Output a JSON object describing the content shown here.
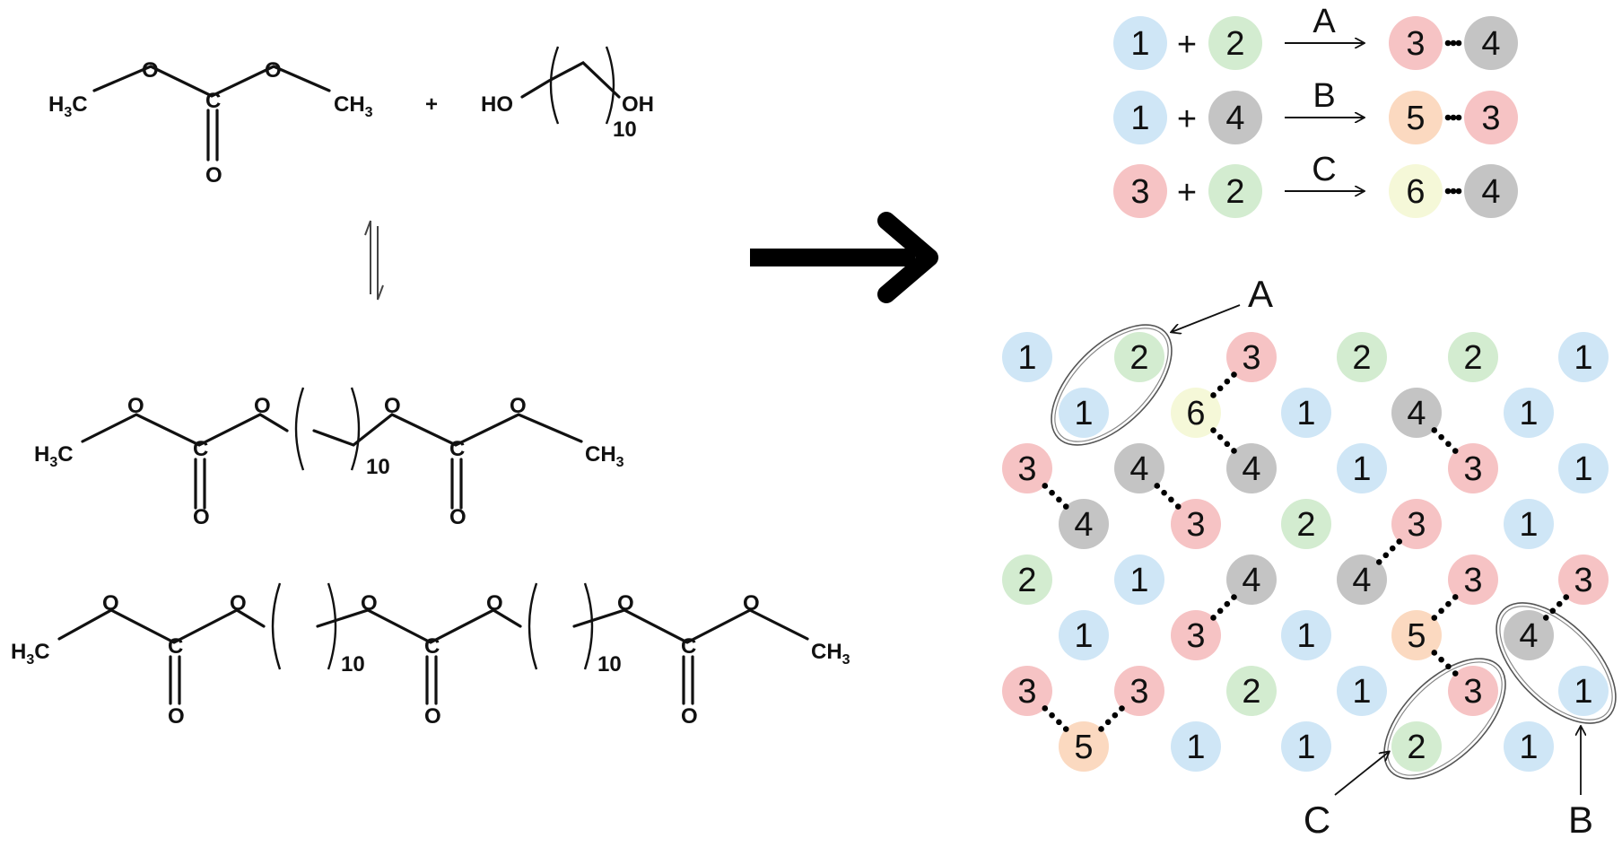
{
  "colors": {
    "1": "#cfe6f6",
    "2": "#d3ecd0",
    "3": "#f6c3c4",
    "4": "#c4c4c4",
    "5": "#fbd9c0",
    "6": "#f5f8d8"
  },
  "chem": {
    "reactant1": {
      "h3c": "H",
      "h3c_sub": "3",
      "h3c_c": "C",
      "c": "C",
      "o1": "O",
      "o2": "O",
      "o3": "O",
      "ch3": "CH",
      "ch3_sub": "3"
    },
    "plus": "+",
    "diol": {
      "ho": "HO",
      "oh": "OH",
      "n": "10"
    },
    "product1": {
      "h3c": "H",
      "h3c_sub": "3",
      "h3c_c": "C",
      "c1": "C",
      "c2": "C",
      "o_a": "O",
      "o_b": "O",
      "o_c": "O",
      "o_d": "O",
      "o_e": "O",
      "o_f": "O",
      "n": "10",
      "ch3": "CH",
      "ch3_sub": "3"
    },
    "product2": {
      "h3c": "H",
      "h3c_sub": "3",
      "h3c_c": "C",
      "c1": "C",
      "c2": "C",
      "c3": "C",
      "o1": "O",
      "o2": "O",
      "o3": "O",
      "o4": "O",
      "o5": "O",
      "o6": "O",
      "o7": "O",
      "o8": "O",
      "o9": "O",
      "n1": "10",
      "n2": "10",
      "ch3": "CH",
      "ch3_sub": "3"
    }
  },
  "reactions": [
    {
      "left": "1",
      "plus": "+",
      "right": "2",
      "label": "A",
      "p1": "3",
      "p2": "4"
    },
    {
      "left": "1",
      "plus": "+",
      "right": "4",
      "label": "B",
      "p1": "5",
      "p2": "3"
    },
    {
      "left": "3",
      "plus": "+",
      "right": "2",
      "label": "C",
      "p1": "6",
      "p2": "4"
    }
  ],
  "grid": {
    "rows": [
      [
        "1",
        "2",
        "3",
        "2",
        "2",
        "1"
      ],
      [
        "1",
        "6",
        "1",
        "4",
        "1"
      ],
      [
        "3",
        "4",
        "4",
        "1",
        "3",
        "1"
      ],
      [
        "4",
        "3",
        "2",
        "3",
        "1"
      ],
      [
        "2",
        "1",
        "4",
        "4",
        "3",
        "3"
      ],
      [
        "1",
        "3",
        "1",
        "5",
        "4"
      ],
      [
        "3",
        "3",
        "2",
        "1",
        "3",
        "1"
      ],
      [
        "5",
        "1",
        "1",
        "2",
        "1"
      ]
    ],
    "bonds": [
      [
        0,
        2,
        1,
        1
      ],
      [
        1,
        1,
        2,
        2
      ],
      [
        2,
        0,
        3,
        0
      ],
      [
        2,
        1,
        3,
        1
      ],
      [
        1,
        3,
        2,
        4
      ],
      [
        3,
        3,
        4,
        3
      ],
      [
        4,
        2,
        5,
        1
      ],
      [
        4,
        4,
        5,
        3
      ],
      [
        5,
        3,
        6,
        4
      ],
      [
        4,
        5,
        5,
        4
      ],
      [
        6,
        0,
        7,
        0
      ],
      [
        7,
        0,
        6,
        1
      ]
    ],
    "highlights": [
      {
        "a": [
          0,
          1
        ],
        "b": [
          1,
          0
        ]
      },
      {
        "a": [
          5,
          4
        ],
        "b": [
          6,
          5
        ]
      },
      {
        "a": [
          6,
          4
        ],
        "b": [
          7,
          3
        ]
      }
    ],
    "callouts": [
      {
        "label": "A"
      },
      {
        "label": "C"
      },
      {
        "label": "B"
      }
    ]
  }
}
